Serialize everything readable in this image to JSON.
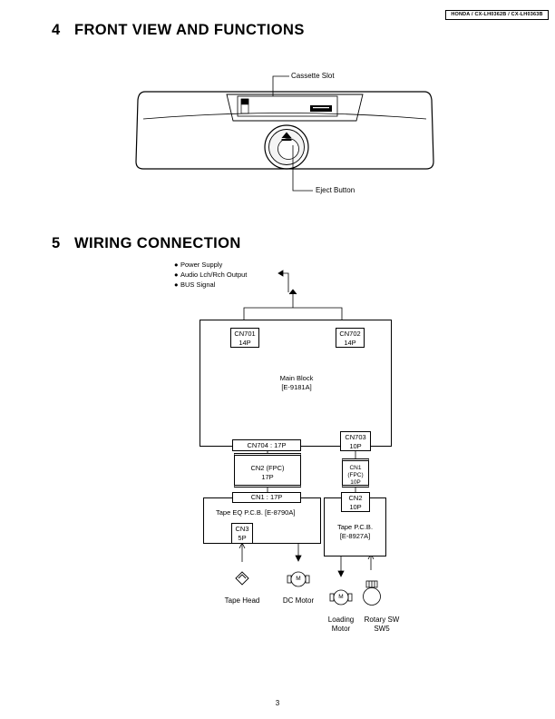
{
  "header_tag": "HONDA / CX-LH0362B / CX-LH0363B",
  "section4": {
    "number": "4",
    "title": "FRONT VIEW AND FUNCTIONS",
    "callouts": {
      "cassette_slot": "Cassette Slot",
      "eject_button": "Eject Button"
    }
  },
  "section5": {
    "number": "5",
    "title": "WIRING CONNECTION",
    "signals": [
      "Power Supply",
      "Audio Lch/Rch Output",
      "BUS Signal"
    ],
    "main_block": {
      "cn701": [
        "CN701",
        "14P"
      ],
      "cn702": [
        "CN702",
        "14P"
      ],
      "name": [
        "Main Block",
        "[E-9181A]"
      ],
      "cn704": "CN704 : 17P",
      "cn703": [
        "CN703",
        "10P"
      ]
    },
    "fpc_left": [
      "CN2 (FPC)",
      "17P"
    ],
    "fpc_right": [
      "CN1",
      "(FPC)",
      "10P"
    ],
    "tape_eq": {
      "cn1": "CN1 : 17P",
      "name": "Tape EQ P.C.B. [E-8790A]",
      "cn3": [
        "CN3",
        "5P"
      ]
    },
    "tape_pcb": {
      "cn2": [
        "CN2",
        "10P"
      ],
      "name": [
        "Tape P.C.B.",
        "[E-8927A]"
      ]
    },
    "components": {
      "tape_head": "Tape Head",
      "dc_motor": "DC Motor",
      "loading_motor": [
        "Loading",
        "Motor"
      ],
      "rotary_sw": [
        "Rotary SW",
        "SW5"
      ],
      "motor_symbol": "M"
    }
  },
  "page_number": "3"
}
